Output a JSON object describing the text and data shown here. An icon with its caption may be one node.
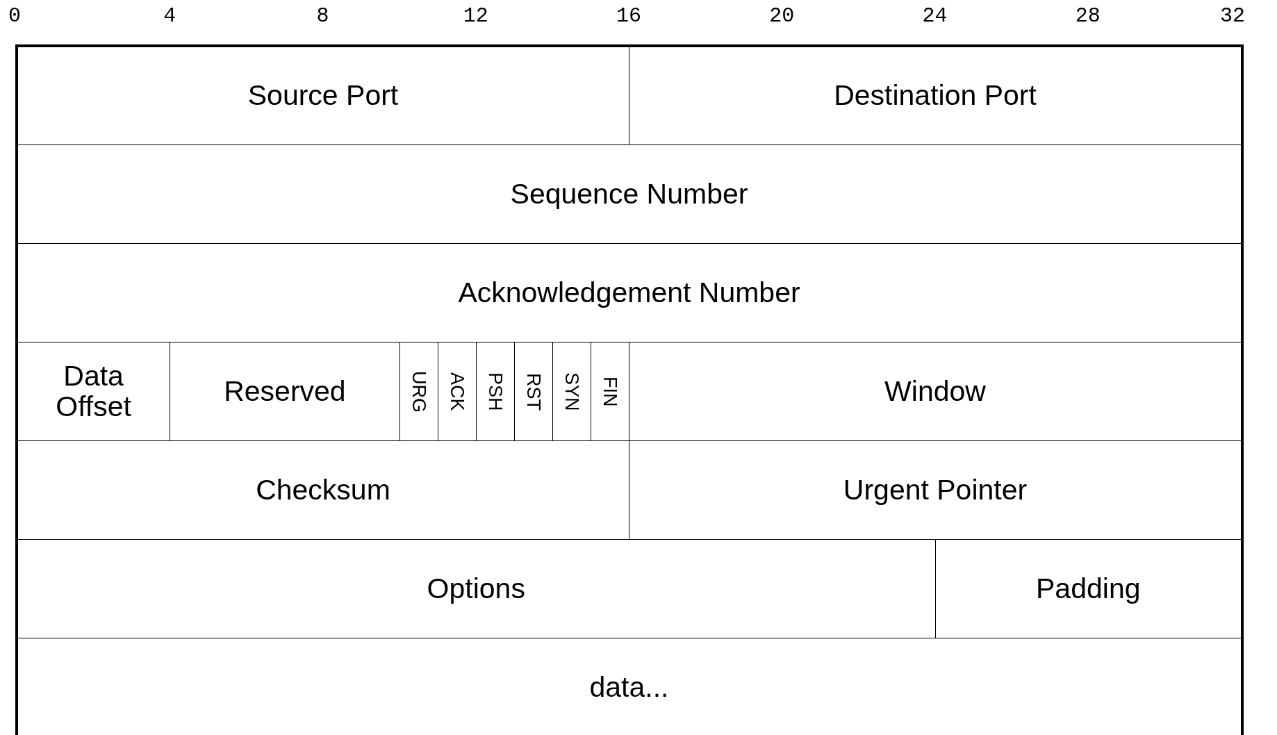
{
  "diagram": {
    "nodes": [
      {
        "text": [
          "Source Port"
        ]
      },
      {
        "text": [
          "Destination Port"
        ]
      },
      {
        "text": [
          "Sequence Number"
        ]
      },
      {
        "text": [
          "Acknowledgement Number"
        ]
      },
      {
        "text": [
          "Data Offset"
        ]
      },
      {
        "text": [
          "Reserved"
        ]
      },
      {
        "text": [
          "URG"
        ]
      },
      {
        "text": [
          "ACK"
        ]
      },
      {
        "text": [
          "PSH"
        ]
      },
      {
        "text": [
          "RST"
        ]
      },
      {
        "text": [
          "SYN"
        ]
      },
      {
        "text": [
          "FIN"
        ]
      },
      {
        "text": [
          "Window"
        ]
      },
      {
        "text": [
          "Checksum"
        ]
      },
      {
        "text": [
          "Urgent Pointer"
        ]
      },
      {
        "text": [
          "Options"
        ]
      },
      {
        "text": [
          "Padding"
        ]
      },
      {
        "text": [
          "data..."
        ]
      }
    ],
    "labels": [
      "0",
      "4",
      "8",
      "12",
      "16",
      "20",
      "24",
      "28",
      "32"
    ]
  }
}
